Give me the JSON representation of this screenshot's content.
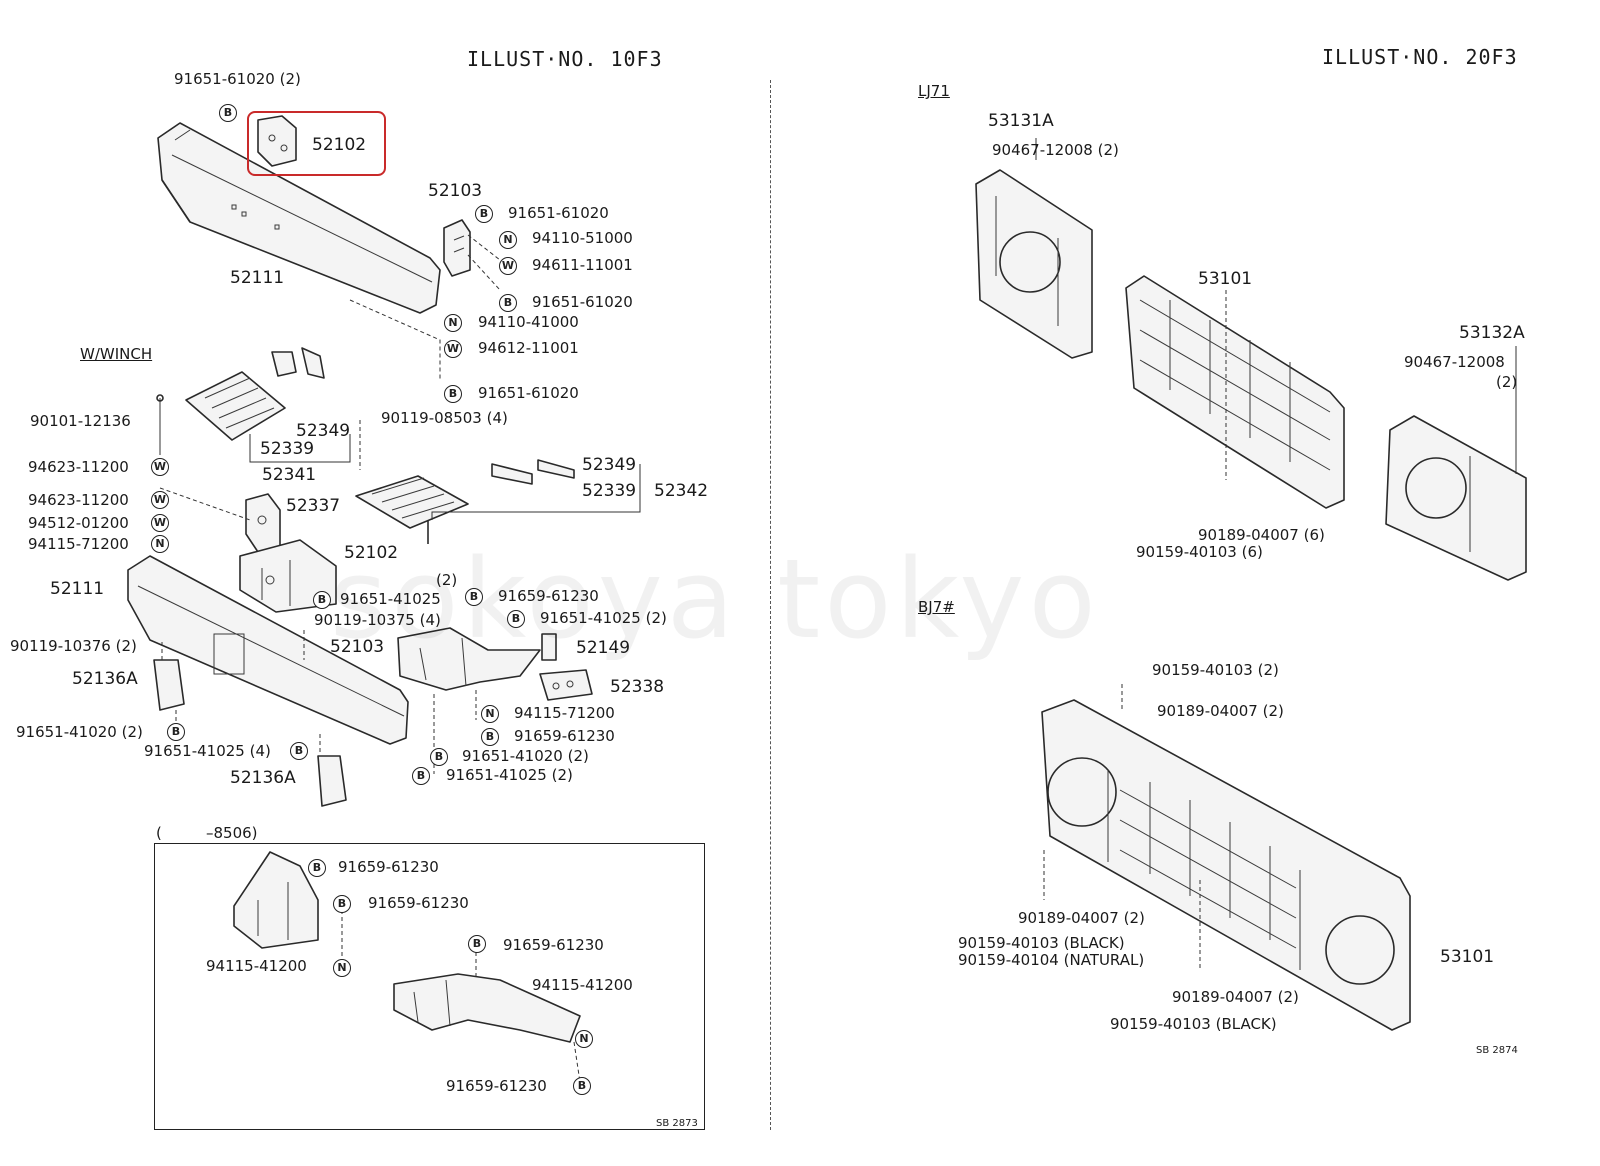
{
  "headers": {
    "left": "ILLUST·NO. 10F3",
    "right": "ILLUST·NO. 20F3"
  },
  "sections": {
    "w_winch": "W/WINCH",
    "lj71": "LJ71",
    "bj7": "BJ7#",
    "range_open": "(",
    "range_code": "–8506)"
  },
  "watermark": "sokoya tokyo",
  "footnotes": {
    "left": "SB 2873",
    "right": "SB 2874"
  },
  "callout_letters": [
    "B",
    "N",
    "W"
  ],
  "labels": {
    "l01": "91651-61020 (2)",
    "l02": "52102",
    "l03": "52103",
    "l04": "91651-61020",
    "l05": "94110-51000",
    "l06": "94611-11001",
    "l07": "52111",
    "l08": "91651-61020",
    "l09": "94110-41000",
    "l10": "94612-11001",
    "l11": "91651-61020",
    "l12": "90101-12136",
    "l13": "52339",
    "l14": "52349",
    "l15": "90119-08503 (4)",
    "l16": "52341",
    "l17": "94623-11200",
    "l18": "94623-11200",
    "l19": "94512-01200",
    "l20": "94115-71200",
    "l21": "52337",
    "l22": "52102",
    "l23": "52349",
    "l24": "52339",
    "l25": "52342",
    "l26": "52111",
    "l27": "(2)",
    "l28": "91651-41025",
    "l29": "91659-61230",
    "l30": "91651-41025 (2)",
    "l31": "90119-10375 (4)",
    "l32": "90119-10376 (2)",
    "l33": "52103",
    "l34": "52149",
    "l35": "52136A",
    "l36": "52338",
    "l37": "94115-71200",
    "l38": "91659-61230",
    "l39": "91651-41020 (2)",
    "l40": "91651-41020 (2)",
    "l41": "91651-41025 (4)",
    "l42": "91651-41025 (2)",
    "l43": "52136A",
    "l44": "91659-61230",
    "l45": "91659-61230",
    "l46": "91659-61230",
    "l47": "94115-41200",
    "l48": "94115-41200",
    "l49": "91659-61230",
    "r01": "53131A",
    "r02": "90467-12008 (2)",
    "r03": "53101",
    "r04": "53132A",
    "r05": "90467-12008",
    "r06": "(2)",
    "r07": "90189-04007 (6)",
    "r08": "90159-40103 (6)",
    "r09": "90159-40103 (2)",
    "r10": "90189-04007 (2)",
    "r11": "90189-04007 (2)",
    "r12": "90159-40103 (BLACK)",
    "r13": "90159-40104 (NATURAL)",
    "r14": "53101",
    "r15": "90189-04007 (2)",
    "r16": "90159-40103 (BLACK)"
  }
}
